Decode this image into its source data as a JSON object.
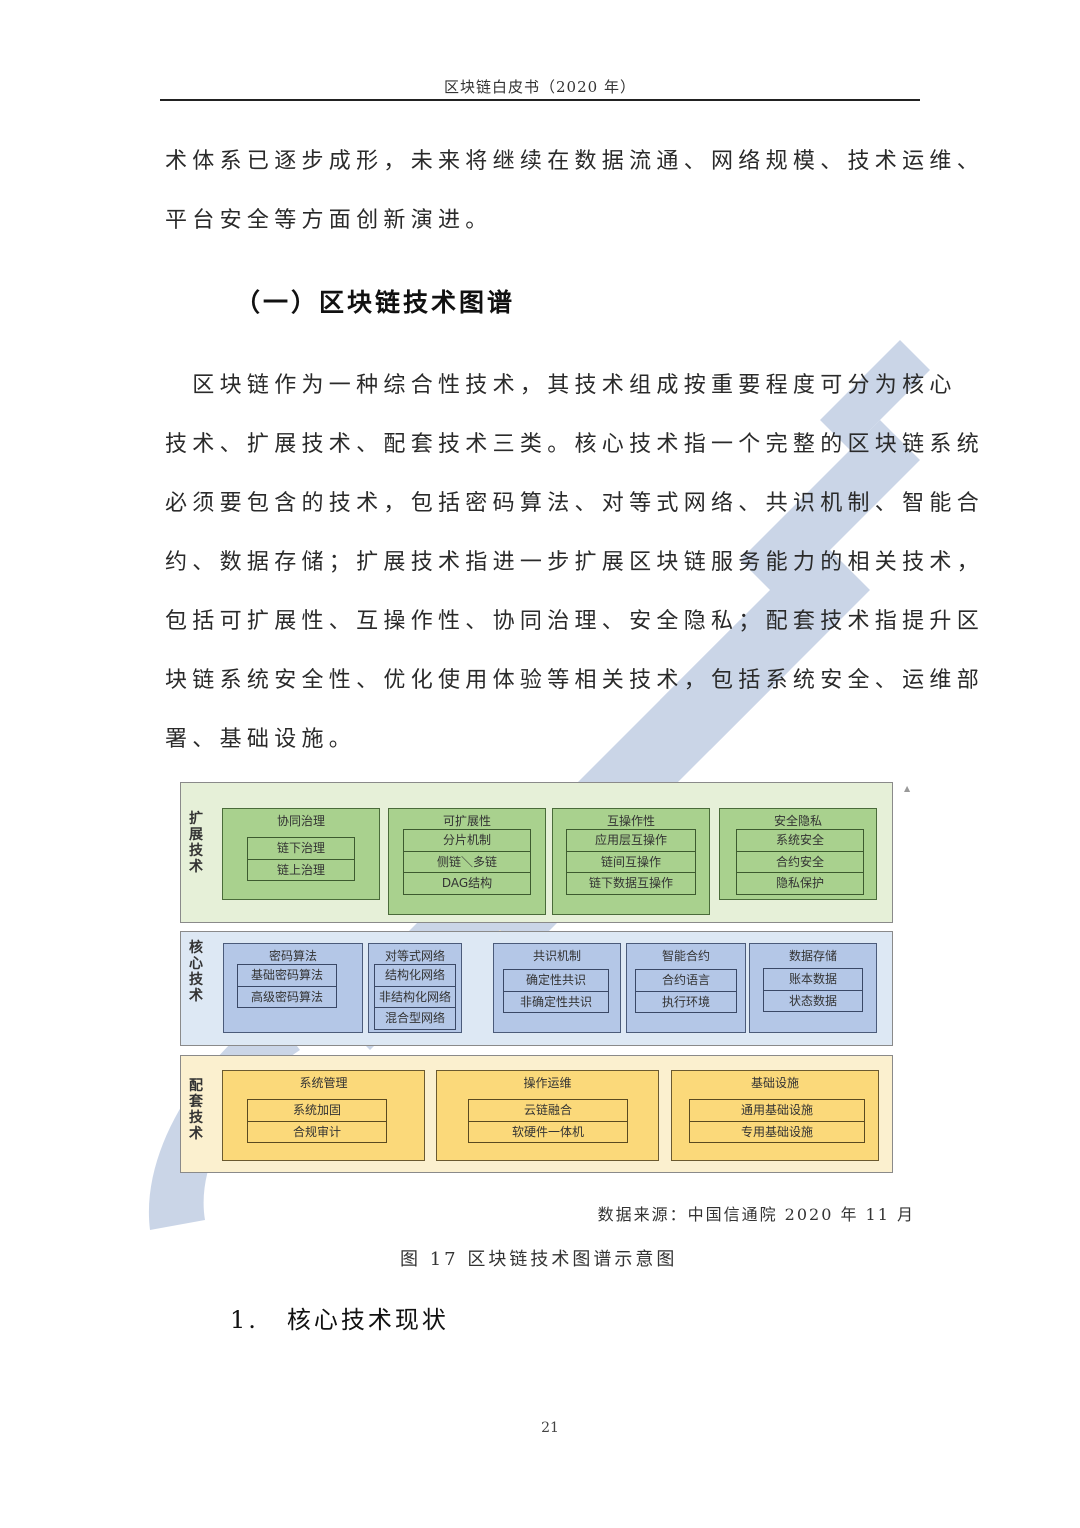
{
  "header": {
    "running_title": "区块链白皮书（2020 年）"
  },
  "intro_paragraph": {
    "lines": [
      "术体系已逐步成形，未来将继续在数据流通、网络规模、技术运维、",
      "平台安全等方面创新演进。"
    ]
  },
  "section_heading": "（一）区块链技术图谱",
  "body_paragraph": {
    "lines": [
      "　区块链作为一种综合性技术，其技术组成按重要程度可分为核心",
      "技术、扩展技术、配套技术三类。核心技术指一个完整的区块链系统",
      "必须要包含的技术，包括密码算法、对等式网络、共识机制、智能合",
      "约、数据存储；扩展技术指进一步扩展区块链服务能力的相关技术，",
      "包括可扩展性、互操作性、协同治理、安全隐私；配套技术指提升区",
      "块链系统安全性、优化使用体验等相关技术，包括系统安全、运维部",
      "署、基础设施。"
    ]
  },
  "diagram": {
    "colors": {
      "extension": "#a9d18e",
      "core": "#b4c7e7",
      "supporting": "#fbd97a"
    },
    "layers": [
      {
        "label": "扩展技术",
        "groups": [
          {
            "title": "协同治理",
            "items": [
              "链下治理",
              "链上治理"
            ]
          },
          {
            "title": "可扩展性",
            "items": [
              "分片机制",
              "侧链＼多链",
              "DAG结构"
            ]
          },
          {
            "title": "互操作性",
            "items": [
              "应用层互操作",
              "链间互操作",
              "链下数据互操作"
            ]
          },
          {
            "title": "安全隐私",
            "items": [
              "系统安全",
              "合约安全",
              "隐私保护"
            ]
          }
        ]
      },
      {
        "label": "核心技术",
        "groups": [
          {
            "title": "密码算法",
            "items": [
              "基础密码算法",
              "高级密码算法"
            ]
          },
          {
            "title": "对等式网络",
            "items": [
              "结构化网络",
              "非结构化网络",
              "混合型网络"
            ]
          },
          {
            "title": "共识机制",
            "items": [
              "确定性共识",
              "非确定性共识"
            ]
          },
          {
            "title": "智能合约",
            "items": [
              "合约语言",
              "执行环境"
            ]
          },
          {
            "title": "数据存储",
            "items": [
              "账本数据",
              "状态数据"
            ]
          }
        ]
      },
      {
        "label": "配套技术",
        "groups": [
          {
            "title": "系统管理",
            "items": [
              "系统加固",
              "合规审计"
            ]
          },
          {
            "title": "操作运维",
            "items": [
              "云链融合",
              "软硬件一体机"
            ]
          },
          {
            "title": "基础设施",
            "items": [
              "通用基础设施",
              "专用基础设施"
            ]
          }
        ]
      }
    ]
  },
  "figure": {
    "source": "数据来源：中国信通院 2020 年 11 月",
    "caption": "图 17 区块链技术图谱示意图"
  },
  "subsection": {
    "number": "1.",
    "title": "核心技术现状"
  },
  "footer": {
    "page_number": "21"
  }
}
